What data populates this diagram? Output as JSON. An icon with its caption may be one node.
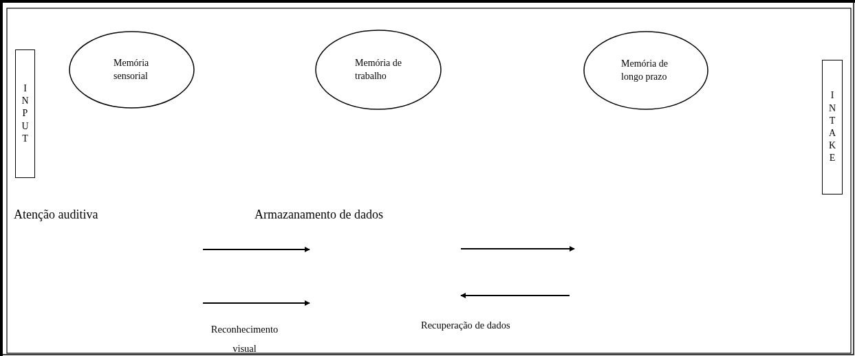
{
  "diagram": {
    "nodes": [
      {
        "text": [
          "INPUT"
        ]
      },
      {
        "text": [
          "Memória sensorial"
        ]
      },
      {
        "text": [
          "Memória de trabalho"
        ]
      },
      {
        "text": [
          "Memória de longo prazo"
        ]
      },
      {
        "text": [
          "INTAKE"
        ]
      }
    ],
    "labels": [
      "Atenção auditiva",
      "Armazanamento de dados",
      "Reconhecimento visual",
      "Recuperação de dados"
    ]
  }
}
